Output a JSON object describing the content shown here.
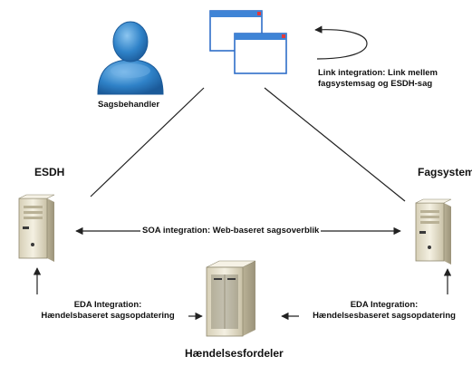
{
  "nodes": {
    "user": {
      "label": "Sagsbehandler"
    },
    "esdh": {
      "label": "ESDH"
    },
    "fagsystem": {
      "label": "Fagsystem"
    },
    "broker": {
      "label": "Hændelsesfordeler"
    }
  },
  "integrations": {
    "link": {
      "line1": "Link integration: Link mellem",
      "line2": "fagsystemsag og ESDH-sag"
    },
    "soa": {
      "label": "SOA integration: Web-baseret sagsoverblik"
    },
    "eda_left": {
      "line1": "EDA Integration:",
      "line2": "Hændelsbaseret sagsopdatering"
    },
    "eda_right": {
      "line1": "EDA Integration:",
      "line2": "Hændelsesbaseret sagsopdatering"
    }
  },
  "colors": {
    "user_icon": "#2f82c8",
    "window_border": "#2f6ec8",
    "window_titlebar": "#3f84d6",
    "server_body": "#ece7d5",
    "server_dark": "#3a3a3a",
    "line": "#222222"
  }
}
